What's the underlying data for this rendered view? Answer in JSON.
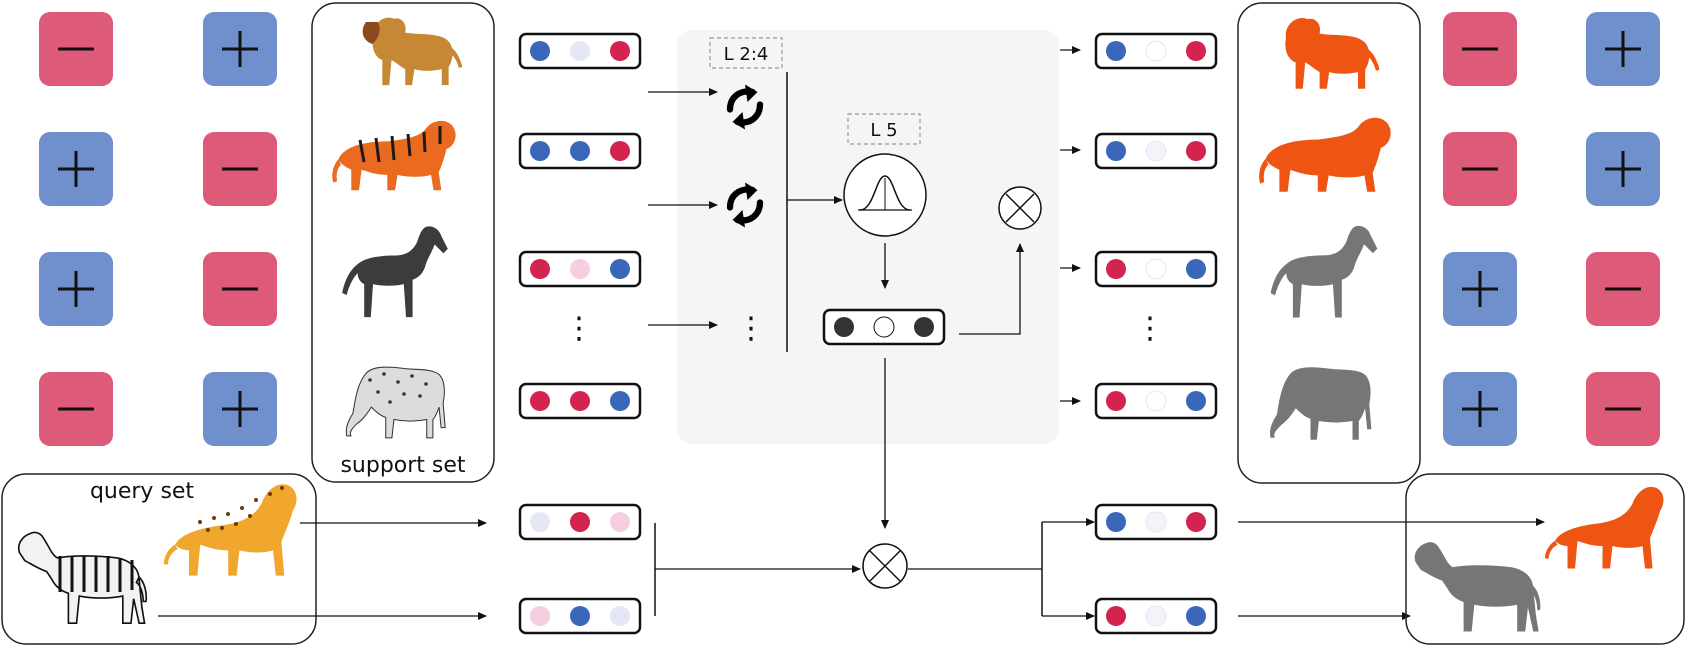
{
  "colors": {
    "negative": "#dd5b78",
    "positive": "#6f8fcd",
    "blue_dot": "#3a67b8",
    "red_dot": "#d2244f",
    "light_blue_dot": "#e4e8f6",
    "light_red_dot": "#f5cfe0",
    "very_light": "#f4f2fa",
    "lion_tiger_silhouette": "#ee5412",
    "horse_silhouette": "#767676",
    "panel_bg": "#f5f5f5",
    "line": "#111111"
  },
  "labels": {
    "support_set": "support set",
    "query_set": "query set",
    "layers_2_4": "L 2:4",
    "layer_5": "L 5",
    "ellipsis": "⋮"
  },
  "left_signs": [
    [
      "-",
      "+"
    ],
    [
      "+",
      "-"
    ],
    [
      "+",
      "-"
    ],
    [
      "-",
      "+"
    ]
  ],
  "right_signs": [
    [
      "-",
      "+"
    ],
    [
      "-",
      "+"
    ],
    [
      "+",
      "-"
    ],
    [
      "+",
      "-"
    ]
  ],
  "support_animals": [
    "lion",
    "tiger",
    "black-horse",
    "spotted-horse"
  ],
  "query_animals": [
    "zebra",
    "leopard"
  ],
  "support_embeddings": [
    [
      "blue",
      "light_blue",
      "red"
    ],
    [
      "blue",
      "blue",
      "red"
    ],
    [
      "red",
      "light_red",
      "blue"
    ],
    [
      "red",
      "red",
      "blue"
    ]
  ],
  "aggregate_embedding": [
    "dark",
    "white",
    "dark"
  ],
  "masked_embeddings": [
    [
      "blue",
      "white",
      "red"
    ],
    [
      "blue",
      "very_light",
      "red"
    ],
    [
      "red",
      "white",
      "blue"
    ],
    [
      "red",
      "white",
      "blue"
    ]
  ],
  "query_embeddings": [
    [
      "light_blue",
      "red",
      "light_red"
    ],
    [
      "light_red",
      "blue",
      "light_blue"
    ]
  ],
  "query_output_embeddings": [
    [
      "blue",
      "very_light",
      "red"
    ],
    [
      "red",
      "very_light",
      "blue"
    ]
  ]
}
